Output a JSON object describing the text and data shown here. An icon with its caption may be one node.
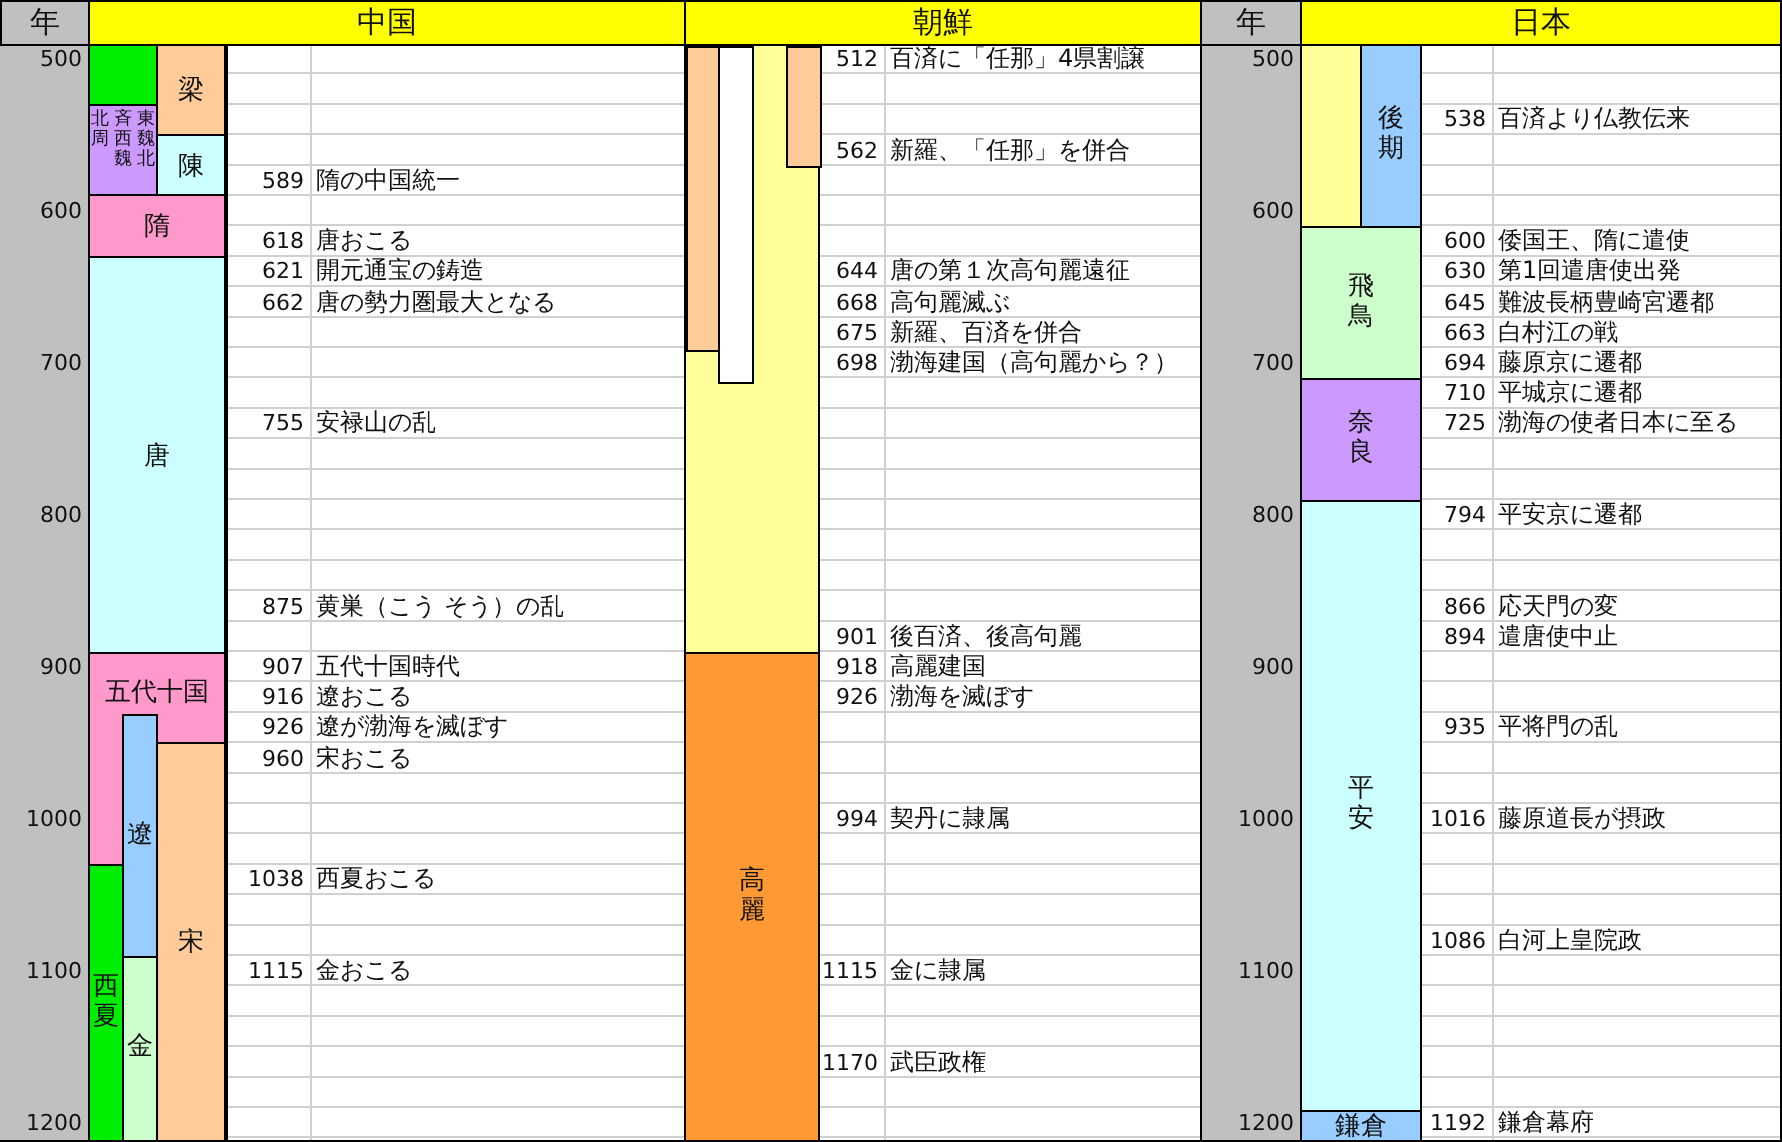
{
  "diagram": {
    "nodes": [
      {
        "text": [
          "年"
        ]
      },
      {
        "text": [
          "中国"
        ]
      },
      {
        "text": [
          "朝鮮"
        ]
      },
      {
        "text": [
          "年"
        ]
      },
      {
        "text": [
          "日本"
        ]
      },
      {
        "text": [],
        "shape": "bar"
      },
      {
        "text": [
          "梁"
        ]
      },
      {
        "text": [
          "北周",
          "斉西魏",
          "東魏北"
        ]
      },
      {
        "text": [
          "陳"
        ]
      },
      {
        "text": [
          "隋"
        ]
      },
      {
        "text": [
          "唐"
        ]
      },
      {
        "text": [
          "五代十国"
        ]
      },
      {
        "text": [
          "遼"
        ]
      },
      {
        "text": [
          "宋"
        ]
      },
      {
        "text": [
          "西夏"
        ]
      },
      {
        "text": [
          "金"
        ]
      },
      {
        "text": [],
        "shape": "bar"
      },
      {
        "text": [],
        "shape": "bar",
        "in": 16
      },
      {
        "text": [],
        "shape": "bar",
        "in": 16
      },
      {
        "text": [],
        "shape": "bar",
        "in": 16
      },
      {
        "text": [
          "高麗"
        ]
      },
      {
        "text": [],
        "shape": "bar"
      },
      {
        "text": [
          "後期"
        ]
      },
      {
        "text": [
          "飛鳥"
        ]
      },
      {
        "text": [
          "奈良"
        ]
      },
      {
        "text": [
          "平安"
        ]
      },
      {
        "text": [
          "鎌倉"
        ]
      }
    ],
    "labels": [
      "500",
      "512",
      "百済に「任那」4県割譲",
      "500",
      "538",
      "百済より仏教伝来",
      "562",
      "新羅、「任那」を併合",
      "589",
      "隋の中国統一",
      "600",
      "600",
      "618",
      "唐おこる",
      "600",
      "倭国王、隋に遣使",
      "621",
      "開元通宝の鋳造",
      "644",
      "唐の第１次高句麗遠征",
      "630",
      "第1回遣唐使出発",
      "662",
      "唐の勢力圏最大となる",
      "668",
      "高句麗滅ぶ",
      "645",
      "難波長柄豊崎宮遷都",
      "675",
      "新羅、百済を併合",
      "663",
      "白村江の戦",
      "700",
      "698",
      "渤海建国（高句麗から？）",
      "700",
      "694",
      "藤原京に遷都",
      "710",
      "平城京に遷都",
      "755",
      "安禄山の乱",
      "725",
      "渤海の使者日本に至る",
      "800",
      "800",
      "794",
      "平安京に遷都",
      "875",
      "黄巣（こう そう）の乱",
      "866",
      "応天門の変",
      "901",
      "後百済、後高句麗",
      "894",
      "遣唐使中止",
      "900",
      "907",
      "五代十国時代",
      "918",
      "高麗建国",
      "900",
      "916",
      "遼おこる",
      "926",
      "渤海を滅ぼす",
      "926",
      "遼が渤海を滅ぼす",
      "935",
      "平将門の乱",
      "960",
      "宋おこる",
      "1000",
      "994",
      "契丹に隷属",
      "1000",
      "1016",
      "藤原道長が摂政",
      "1038",
      "西夏おこる",
      "1086",
      "白河上皇院政",
      "1100",
      "1115",
      "金おこる",
      "1115",
      "金に隷属",
      "1100",
      "1170",
      "武臣政権",
      "1200",
      "1200",
      "1192",
      "鎌倉幕府"
    ]
  }
}
